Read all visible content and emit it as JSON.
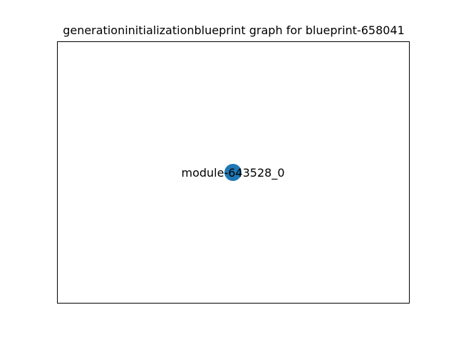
{
  "title": "generationinitializationblueprint graph for blueprint-658041",
  "colors": {
    "node_fill": "#1f77b4",
    "frame": "#000000",
    "background": "#ffffff"
  },
  "graph": {
    "nodes": [
      {
        "id": "module-643528_0",
        "label": "module-643528_0"
      }
    ],
    "edges": []
  }
}
